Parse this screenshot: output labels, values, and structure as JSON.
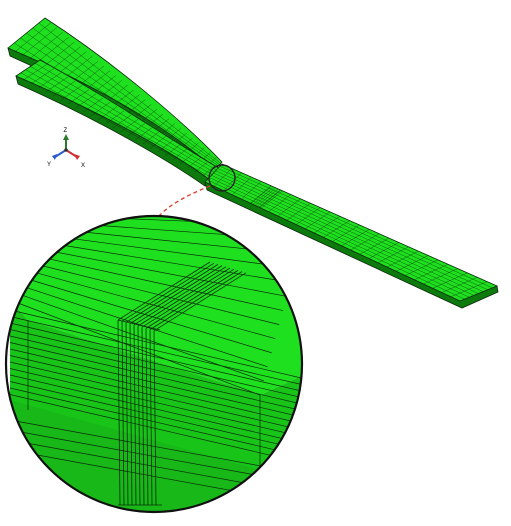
{
  "figure": {
    "mesh_color": "#1ee01e",
    "mesh_color_dark": "#0a6e0a",
    "mesh_line_color": "#0b2a0b",
    "callout_arrow_color": "#e03a2a",
    "triad": {
      "labels": {
        "z": "Z",
        "x": "X",
        "y": "Y"
      },
      "colors": {
        "z": "#2a7a2a",
        "x": "#d03030",
        "y": "#2a5ad0"
      }
    }
  }
}
